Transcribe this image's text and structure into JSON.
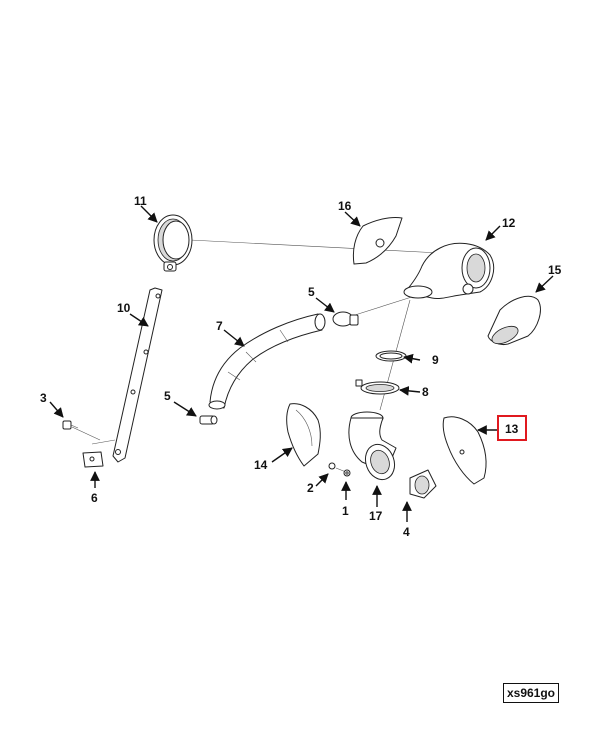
{
  "callouts": {
    "c1": "1",
    "c2": "2",
    "c3": "3",
    "c4": "4",
    "c5a": "5",
    "c5b": "5",
    "c6": "6",
    "c7": "7",
    "c8": "8",
    "c9": "9",
    "c10": "10",
    "c11": "11",
    "c12": "12",
    "c13": "13",
    "c14": "14",
    "c15": "15",
    "c16": "16",
    "c17": "17"
  },
  "highlight_color": "#e0191f",
  "reference_code": "xs961go"
}
